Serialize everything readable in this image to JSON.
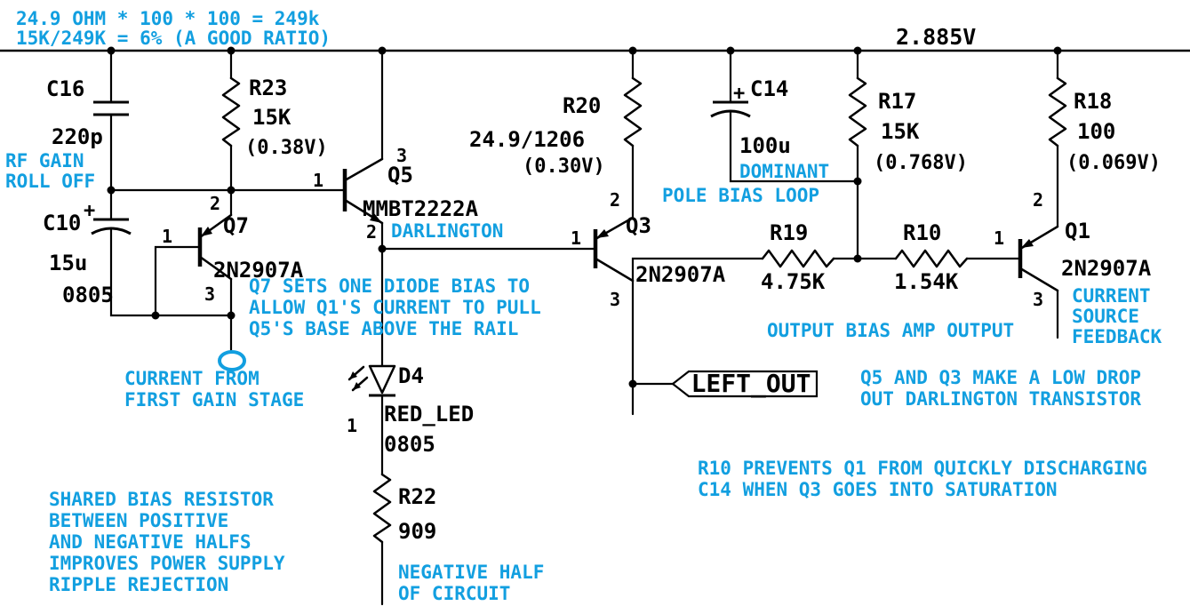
{
  "power": {
    "rail_voltage": "2.885V"
  },
  "net_flags": {
    "left_out": "LEFT_OUT"
  },
  "pin_labels": {
    "p1": "1",
    "p2": "2",
    "p3": "3"
  },
  "components": {
    "C16": {
      "ref": "C16",
      "value": "220p"
    },
    "C10": {
      "ref": "C10",
      "value": "15u",
      "footprint": "0805"
    },
    "R23": {
      "ref": "R23",
      "value": "15K",
      "voltage": "(0.38V)"
    },
    "Q7": {
      "ref": "Q7",
      "value": "2N2907A"
    },
    "Q5": {
      "ref": "Q5",
      "value": "MMBT2222A"
    },
    "R20": {
      "ref": "R20",
      "value": "24.9/1206",
      "voltage": "(0.30V)"
    },
    "Q3": {
      "ref": "Q3",
      "value": "2N2907A"
    },
    "C14": {
      "ref": "C14",
      "value": "100u"
    },
    "R17": {
      "ref": "R17",
      "value": "15K",
      "voltage": "(0.768V)"
    },
    "R18": {
      "ref": "R18",
      "value": "100",
      "voltage": "(0.069V)"
    },
    "R19": {
      "ref": "R19",
      "value": "4.75K"
    },
    "R10": {
      "ref": "R10",
      "value": "1.54K"
    },
    "Q1": {
      "ref": "Q1",
      "value": "2N2907A"
    },
    "D4": {
      "ref": "D4",
      "value": "RED_LED",
      "footprint": "0805"
    },
    "R22": {
      "ref": "R22",
      "value": "909"
    }
  },
  "annotations": {
    "plus": "+",
    "formula_line1": "24.9 OHM * 100 * 100 = 249k",
    "formula_line2": "15K/249K = 6% (A GOOD RATIO)",
    "rf_gain_line1": "RF GAIN",
    "rf_gain_line2": "ROLL OFF",
    "darlington": "DARLINGTON",
    "dominant_line1": "DOMINANT",
    "dominant_line2": "POLE BIAS LOOP",
    "q7_note_line1": "Q7 SETS ONE DIODE BIAS TO",
    "q7_note_line2": "ALLOW Q1'S CURRENT TO PULL",
    "q7_note_line3": "Q5'S BASE ABOVE THE RAIL",
    "current_from_line1": "CURRENT FROM",
    "current_from_line2": "FIRST GAIN STAGE",
    "output_bias": "OUTPUT BIAS AMP OUTPUT",
    "feedback_line1": "CURRENT",
    "feedback_line2": "SOURCE",
    "feedback_line3": "FEEDBACK",
    "low_drop_line1": "Q5 AND Q3 MAKE A LOW DROP",
    "low_drop_line2": "OUT DARLINGTON TRANSISTOR",
    "r10_note_line1": "R10 PREVENTS Q1 FROM QUICKLY DISCHARGING",
    "r10_note_line2": "C14 WHEN Q3 GOES INTO SATURATION",
    "shared_line1": "SHARED BIAS RESISTOR",
    "shared_line2": "BETWEEN POSITIVE",
    "shared_line3": "AND NEGATIVE HALFS",
    "shared_line4": "IMPROVES POWER SUPPLY",
    "shared_line5": "RIPPLE REJECTION",
    "negative_line1": "NEGATIVE HALF",
    "negative_line2": "OF CIRCUIT"
  },
  "colors": {
    "wire": "#000000",
    "annotation": "#129FE0",
    "background": "#FFFFFF"
  }
}
